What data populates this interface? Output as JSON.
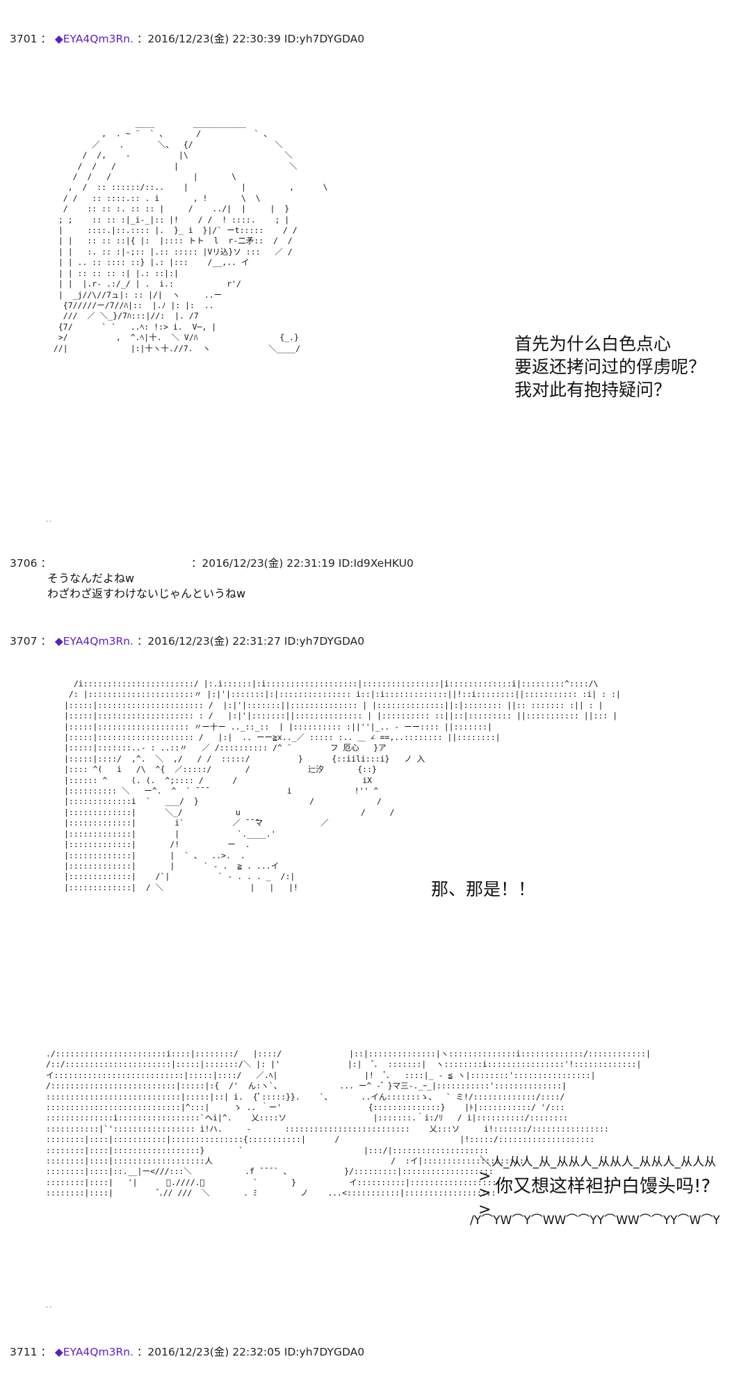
{
  "posts": [
    {
      "number": "3701",
      "sep": "：",
      "name": "◆EYA4Qm3Rn.",
      "meta": "：2016/12/23(金) 22:30:39 ID:yh7DYGDA0",
      "art": "                  ____        ___________\n           ,  . ~ ¨  ` 、      /           ` 、\n         ／    .       ＼、  {/                 ＼\n       /  /,    -          |\\                    ＼\n      /  /   /            |                       ＼\n     /  /   /                 |       \\\n    ,  /  :: ::::::/::..    |           |         ,      \\\n   / /   :: ::::.:: . i       , !       \\  \\\n   /    :: :: :. :: :: |     /    ../|  |     |  }\n  ; ;    :: :: :|_i-_|:: |!    / /  ! ::::.    ; |\n  |     ::::.|::.:::: |.  }_ i  }|/` ーt:::::    / /\n  | |   :: :: ::|{ |:  |:::: トト  l  r‐二矛::  /  /\n  | |   :. :: :|‐;:: |.:: ::::: |Vリ込}ソ :::   ／ /\n  | | .. :: :::: ::} |.: |:::    /__,.. イ\n  | | :: :: :: :| |.: ::|:|\n  | |  |.r- .:/_/ | .  i.:           r'/\n  |  _j//\\//7ュ|: :: |/|  ヽ     ..ー\n   {7/////ー/7//ﾊ|::  |.ﾉ |: |:  ..\n   ///  ／ ＼_}/7ﾊ:::|//:  |. /7\n  {7/      ` `   ..ﾍ: !:> i.  V─, |\n  >/          ,  ^.ﾍ|十.  ＼ V/ﾊ                 {_.}\n //|             |:|十ヽ十.//7.  ヽ            ＼____/",
      "dialog": "首先为什么白色点心\n要返还拷问过的俘虏呢？\n我对此有抱持疑问？",
      "dots": ".."
    },
    {
      "number": "3706",
      "sep": "：",
      "name": "",
      "meta": "：2016/12/23(金) 22:31:19 ID:Id9XeHKU0",
      "body": "そうなんだよねw\nわざわざ返すわけないじゃんというねw"
    },
    {
      "number": "3707",
      "sep": "：",
      "name": "◆EYA4Qm3Rn.",
      "meta": "：2016/12/23(金) 22:31:27 ID:yh7DYGDA0",
      "art1": "  /i:::::::::::::::::::::::/ |:.i::::::|:i:::::::::::::::::::|::::::::::::::::|i:::::::::::::i|:::::::::^::::/\\\n /: |::::::::::::::::::::::〃 |:|'|:::::::|:|::::::::::::::: i::|:i:::::::::::::||!::i::::::::||::::::::::: :i| : :|\n|:::::|:::::::::::::::::::::: /  |:|'|:::::::||:::::::::::::: | |::::::::::::::||:|:::::::: ||:: ::::::: :|| : |\n|:::::|:::::::::::::::::::: : /   |:|'|:::::::||:::::::::::::: | |:::::::::: ::||::|::::::::: ||::::::::::: ||::: |\n|:::::|::::::::::::::::::: 〃ー十ー .._::_::  | |:::::::::: :||''|_.. - ーー:::: ||:::::::|\n|:::::|:::::::::::::::::::: /   |:|  .. ーー≧x.._／ ::::: :.. ＿ ∠ ==,..:::::::: ||::::::::|\n|:::::|:::::::..- : ..::〃   ／ /:::::::::: /^ ¨        フ 厄心   }ア\n|:::::|::::/  ,^.  ＼  ,/   / /  :::::/          }      {::iili:::i}   ノ 入\n|:::: ^(   i   /\\  ^{  ／:::::/       /            辷汐       {::}\n|:::::: ^     (. (.  ^;:::: /      /                          iX\n|:::::::::: ＼   ー^.  ^  ` ̄ ̄ ̄                 i             !'' ^\n|:::::::::::::i  `   ___/  }                       /             /\n|:::::::::::::|      ＼_/           u                         /     /\n|:::::::::::::|        i`          ／ ̄ ̄ ̄マ            ／\n|:::::::::::::|        |            `.____.'\n|:::::::::::::|       /!          ー  .\n|:::::::::::::|       |  ` 、  ..>.  .\n|:::::::::::::|       |      ` - .  ≧ . ...イ\n|:::::::::::::|    /`|          ` - . . . _  /:|\n|:::::::::::::|  / ＼                  |   |   |!",
      "dialog1": "那、那是！！",
      "art2": "./:::::::::::::::::::::::i::::|::::::::/   |::::/              |::|::::::::::::::|ヽ::::::::::::::i:::::::::::::/::::::::::::|\n/::/::::::::::::::::::::::|:::::|:::::::/＼ |: |'              |:|   ゚.  :::::::|  ヽ::::::::i::::::::::::::::'!:::::::::::::|\nイ:::::::::::::::::::::::::::|:::::|::::/   ／.ﾍ|                  |!   ゚.   ::::|_ - ≦ ヽ|::::::::'::::::::::::::::|\n/::::::::::::::::::::::::::|:::::|:{  /'  ん:ヽ`、            ... ー^ ‐ ゚ }マ三-._ｰ_|:::::::::::'::::::::::::::|\n::::::::::::::::::::::::::::|:::::|::| i.  {ﾟ:::::}}.    `、      ..イん:::::::ゝ、  ` ミ!/:::::::::::::/::::/\n::::::::::::::::::::::::::::|^:::|     ゝ .. ｀ー'                  {::::::::::::::}    |ﾄ|:::::::::::/ '/:::\n::::::::::::::i:::::::::::::::::`ヘi|^.    乂::::ソ                  |:::::::.｀i:/ﾘ   / i|::::::::::/::::::::\n:::::::::::|`'::::::::::::::::: i!ハ.     -       ::::::::::::::::::::::::::    乂:::ソ     i!:::::::/::::::::::::::::\n::::::::|::::|:::::::::::|:::::::::::::::{:::::::::::|      /                         |!:::::/::::::::::::::::::::\n::::::::|::::|::::::::::::::::::}       `                         |:::/|::::::::::::::::::::\n::::::::|::::|:::::::::::::::::::人                                     /  :イ|:::::::::::::::::::::\n::::::::|::::|::.__|ー<///:::＼           .f ̄ ̄ ̄ ` 、           }/:::::::::|:::::::::::::::::::\n::::::::|::::|   '|      ゚.////.＼          `       }           イ::::::::::|::::::::::::::::::::\n::::::::|::::|          ゚.// ///  ＼       . ﾐ         ノ    ...<:::::::::::|:::::::::::::::::::",
      "shout_top": "＼人_从人_从_从从人_从从人_从从人_从人从",
      "shout_side": ">\n>\n>",
      "dialog2": "你又想这样袒护白馒头吗!?",
      "shout_bottom": "/Y⌒YW⌒Y⌒WW⌒⌒YY⌒WW⌒⌒YY⌒W⌒Y",
      "dots": ".."
    },
    {
      "number": "3711",
      "sep": "：",
      "name": "◆EYA4Qm3Rn.",
      "meta": "：2016/12/23(金) 22:32:05 ID:yh7DYGDA0"
    }
  ],
  "colors": {
    "name": "#5a1ec8",
    "diamond": "#1a3fd1",
    "text": "#111111"
  }
}
